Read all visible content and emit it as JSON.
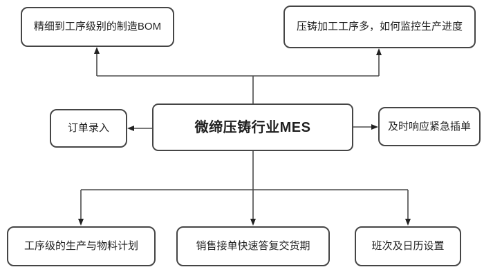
{
  "diagram": {
    "title_node": {
      "label": "微缔压铸行业MES"
    },
    "nodes": {
      "manufacturing_bom": {
        "label": "精细到工序级别的制造BOM"
      },
      "monitor_progress": {
        "label": "压铸加工工序多，如何监控生产进度"
      },
      "order_entry": {
        "label": "订单录入"
      },
      "urgent_insert": {
        "label": "及时响应紧急插单"
      },
      "production_plan": {
        "label": "工序级的生产与物料计划"
      },
      "delivery_reply": {
        "label": "销售接单快速答复交货期"
      },
      "shift_calendar": {
        "label": "班次及日历设置"
      }
    },
    "edges": [
      {
        "from": "center",
        "to": "manufacturing_bom",
        "direction": "up"
      },
      {
        "from": "center",
        "to": "monitor_progress",
        "direction": "up"
      },
      {
        "from": "center",
        "to": "order_entry",
        "direction": "left"
      },
      {
        "from": "center",
        "to": "urgent_insert",
        "direction": "right"
      },
      {
        "from": "center",
        "to": "production_plan",
        "direction": "down"
      },
      {
        "from": "center",
        "to": "delivery_reply",
        "direction": "down"
      },
      {
        "from": "center",
        "to": "shift_calendar",
        "direction": "down"
      }
    ]
  },
  "colors": {
    "line": "#4a4a4a",
    "border": "#454545",
    "text": "#1f1f1f",
    "background": "#ffffff"
  }
}
